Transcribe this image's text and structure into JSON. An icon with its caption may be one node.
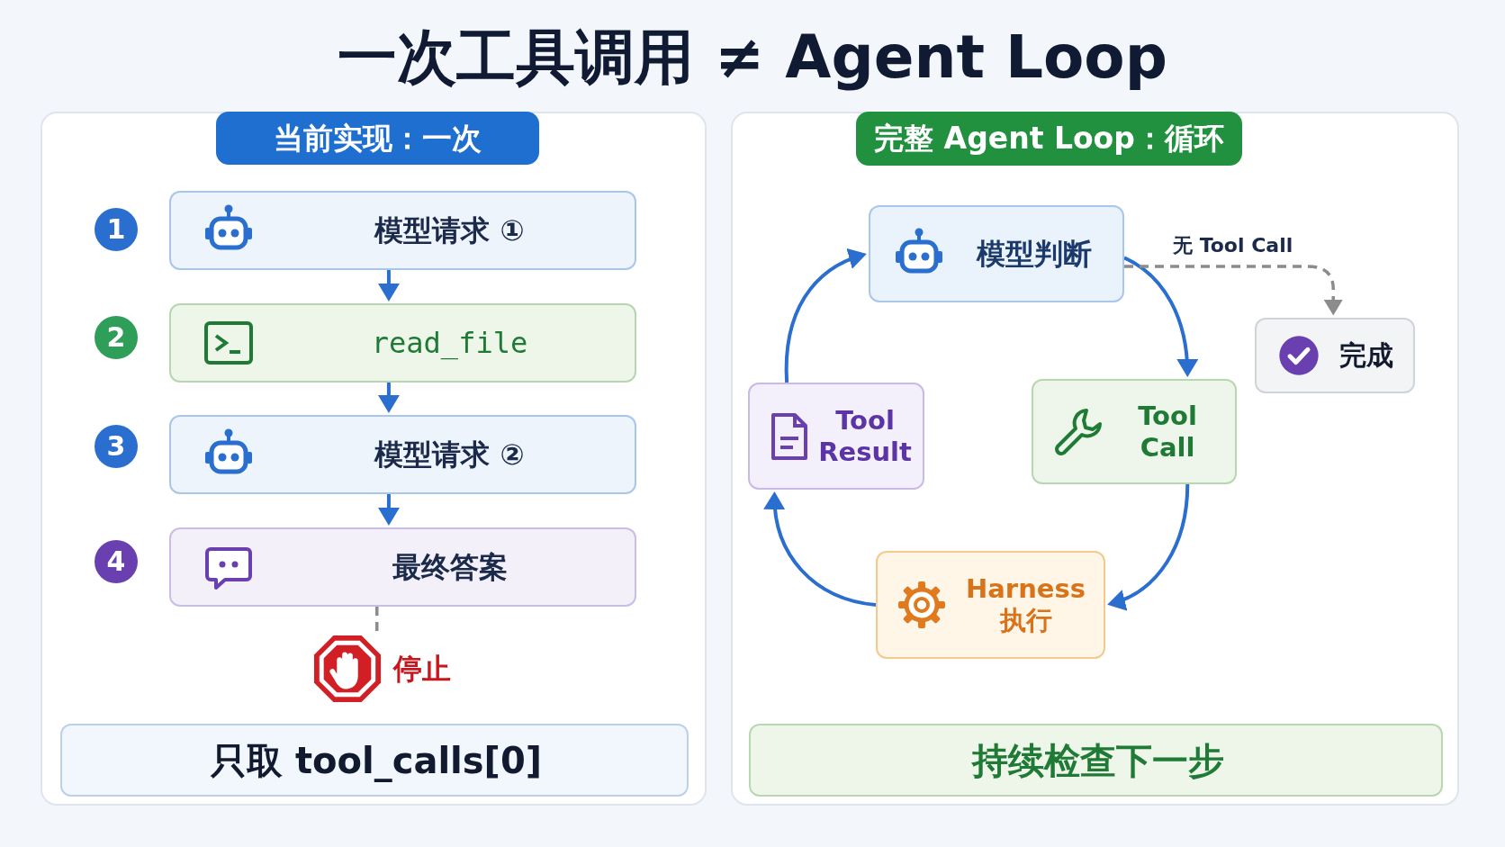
{
  "diagram": {
    "title": "一次工具调用 ≠ Agent Loop",
    "nodes": [
      {
        "text": [
          "当前实现：一次"
        ]
      },
      {
        "text": [
          "1"
        ],
        "in": 0
      },
      {
        "text": [
          "模型请求 ①"
        ],
        "in": 0
      },
      {
        "text": [
          "2"
        ],
        "in": 0
      },
      {
        "text": [
          "read_file"
        ],
        "in": 0
      },
      {
        "text": [
          "3"
        ],
        "in": 0
      },
      {
        "text": [
          "模型请求 ②"
        ],
        "in": 0
      },
      {
        "text": [
          "4"
        ],
        "in": 0
      },
      {
        "text": [
          "最终答案"
        ],
        "in": 0
      },
      {
        "text": [],
        "shape": "octagon",
        "beside": [
          "停止"
        ],
        "in": 0
      },
      {
        "text": [
          "只取 tool_calls[0]"
        ],
        "in": 0
      },
      {
        "text": [
          "完整 Agent Loop：循环"
        ]
      },
      {
        "text": [
          "模型判断"
        ],
        "in": 11
      },
      {
        "text": [
          "完成"
        ],
        "in": 11
      },
      {
        "text": [
          "Tool Result"
        ],
        "in": 11
      },
      {
        "text": [
          "Tool Call"
        ],
        "in": 11
      },
      {
        "text": [
          "Harness 执行"
        ],
        "in": 11
      },
      {
        "text": [
          "持续检查下一步"
        ],
        "in": 11
      }
    ],
    "edges": [
      {
        "from": 2,
        "to": 4,
        "arrow": "to"
      },
      {
        "from": 4,
        "to": 6,
        "arrow": "to"
      },
      {
        "from": 6,
        "to": 8,
        "arrow": "to"
      },
      {
        "from": 8,
        "to": 9,
        "arrow": "none",
        "style": "dashed",
        "color": "#8c8c8c"
      },
      {
        "from": 12,
        "to": 15,
        "arrow": "to"
      },
      {
        "from": 15,
        "to": 16,
        "arrow": "to"
      },
      {
        "from": 16,
        "to": 14,
        "arrow": "to"
      },
      {
        "from": 14,
        "to": 12,
        "arrow": "to"
      },
      {
        "from": 12,
        "to": 13,
        "arrow": "to",
        "label": "无 Tool Call",
        "style": "dashed",
        "color": "#8c8c8c"
      }
    ]
  }
}
